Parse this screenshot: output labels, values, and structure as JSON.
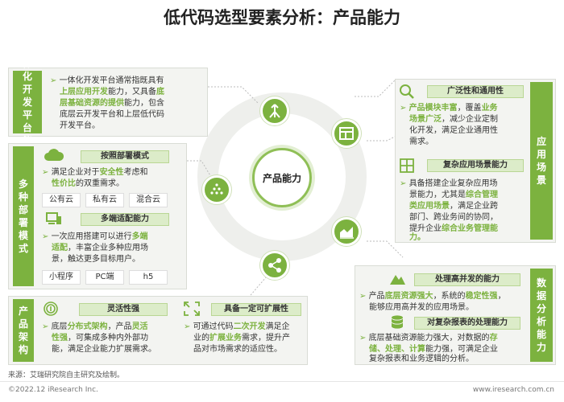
{
  "title": "低代码选型要素分析：产品能力",
  "center_label": "产品能力",
  "left_top": {
    "tag": "一体化开发平台能力",
    "t1": "一体化开发平台通常指既具有",
    "t2a": "上层应用开发",
    "t2b": "能力，又具备",
    "t2c": "底",
    "t3a": "层基础资源的提供",
    "t3b": "能力，包含",
    "t4": "底层云开发平台和上层低代码",
    "t5": "开发平台。"
  },
  "left_mid": {
    "tag": "多种部署模式",
    "sub1": "按照部署模式",
    "t1a": "满足企业对于",
    "t1b": "安全性",
    "t1c": "考虑和",
    "t2a": "性价比",
    "t2b": "的双重需求。",
    "chips1": [
      "公有云",
      "私有云",
      "混合云"
    ],
    "sub2": "多端适配能力",
    "t3a": "一次应用搭建可以进行",
    "t3b": "多端",
    "t4a": "适配",
    "t4b": "，丰富企业多种应用场",
    "t5": "景，触达更多目标用户。",
    "chips2": [
      "小程序",
      "PC端",
      "h5"
    ]
  },
  "bottom_left": {
    "tag": "产品架构",
    "sub1": "灵活性强",
    "t1a": "底层",
    "t1b": "分布式架构",
    "t1c": "，产品",
    "t1d": "灵活",
    "t2a": "性强",
    "t2b": "，可集成多种内外部功",
    "t3": "能，满足企业能力扩展需求。",
    "sub2": "具备一定可扩展性",
    "t4a": "可通过代码",
    "t4b": "二次开发",
    "t4c": "满足企",
    "t5a": "业的",
    "t5b": "扩展业务",
    "t5c": "需求，提升产",
    "t6": "品对市场需求的适应性。"
  },
  "right_top": {
    "tag": "应用场景",
    "sub1": "广泛性和通用性",
    "t1a": "产品模块丰富",
    "t1b": "，覆盖",
    "t1c": "业务",
    "t2a": "场景广泛",
    "t2b": "，减少企业定制",
    "t3": "化开发，满足企业通用性",
    "t4": "需求。",
    "sub2": "复杂应用场景能力",
    "t5": "具备搭建企业复杂应用场",
    "t6a": "景能力，尤其是",
    "t6b": "综合管理",
    "t7a": "类应用场景",
    "t7b": "，满足企业跨",
    "t8": "部门、跨业务间的协同，",
    "t9a": "提升企业",
    "t9b": "综合业务管理能",
    "t10": "力。"
  },
  "right_bottom": {
    "tag": "数据分析能力",
    "sub1": "处理高并发的能力",
    "t1a": "产品",
    "t1b": "底层资源强大",
    "t1c": "，系统的",
    "t1d": "稳定性强",
    "t1e": "，",
    "t2": "能够应用高并发的应用场景。",
    "sub2": "对复杂报表的处理能力",
    "t3a": "底层基础资源能力强大，对数据的",
    "t3b": "存",
    "t4a": "储、处理、计算",
    "t4b": "能力强，可满足企业",
    "t5": "复杂报表和业务逻辑的分析。"
  },
  "footer": {
    "source": "来源：艾瑞研究院自主研究及绘制。",
    "copyright": "©2022.12 iResearch Inc.",
    "url": "www.iresearch.com.cn"
  },
  "colors": {
    "accent": "#7cb23f",
    "panel": "#f3f4f1"
  }
}
